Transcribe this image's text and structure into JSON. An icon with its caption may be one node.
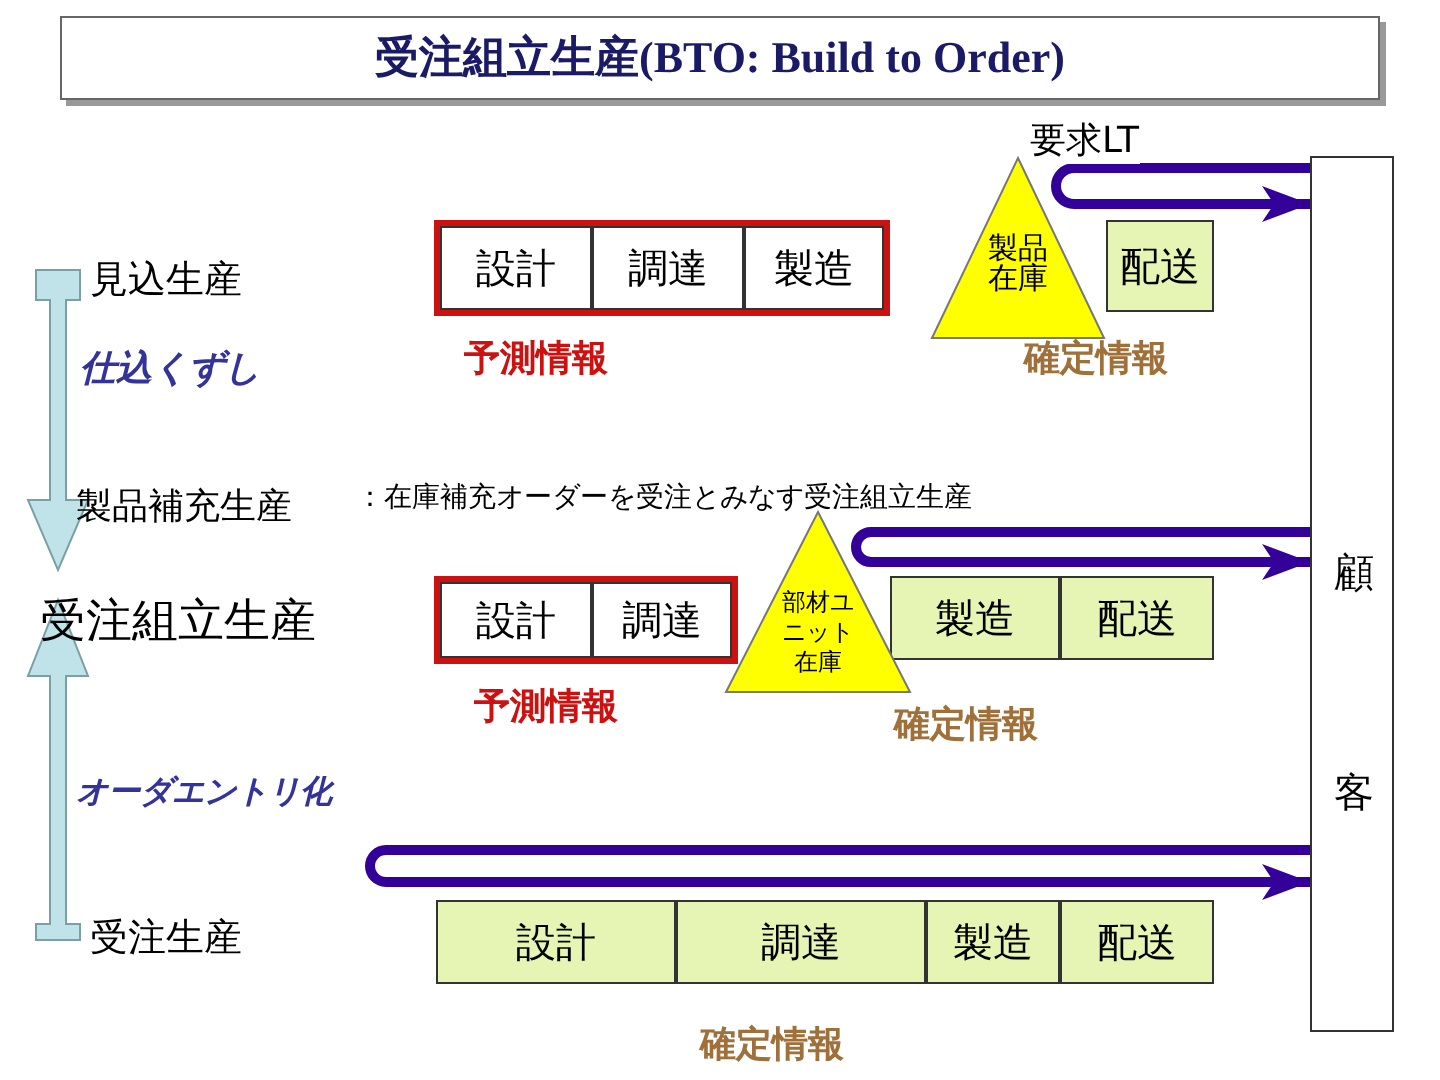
{
  "diagram": {
    "title": "受注組立生産(BTO: Build to Order)",
    "nodes": [
      {
        "text": [],
        "shape": "box"
      },
      {
        "text": [
          "設計"
        ],
        "in": 0
      },
      {
        "text": [
          "調達"
        ],
        "in": 0
      },
      {
        "text": [
          "製造"
        ],
        "in": 0
      },
      {
        "text": [
          "製品在庫"
        ]
      },
      {
        "text": [
          "配送"
        ]
      },
      {
        "text": [],
        "shape": "box"
      },
      {
        "text": [
          "設計"
        ],
        "in": 6
      },
      {
        "text": [
          "調達"
        ],
        "in": 6
      },
      {
        "text": [
          "部材ユニット在庫"
        ]
      },
      {
        "text": [
          "製造"
        ]
      },
      {
        "text": [
          "配送"
        ]
      },
      {
        "text": [
          "設計"
        ]
      },
      {
        "text": [
          "調達"
        ]
      },
      {
        "text": [
          "製造"
        ]
      },
      {
        "text": [
          "配送"
        ]
      },
      {
        "text": [
          "顧客"
        ]
      }
    ],
    "edges": [
      {
        "from": 16,
        "to": 16,
        "arrow": "to",
        "label": "要求LT"
      },
      {
        "from": 16,
        "to": 16,
        "arrow": "to"
      },
      {
        "from": 16,
        "to": 16,
        "arrow": "to"
      }
    ],
    "labels": [
      "見込生産",
      "仕込くずし",
      "予測情報",
      "確定情報",
      "製品補充生産",
      "：在庫補充オーダーを受注とみなす受注組立生産",
      "受注組立生産",
      "予測情報",
      "確定情報",
      "オーダエントリ化",
      "受注生産",
      "確定情報"
    ]
  }
}
